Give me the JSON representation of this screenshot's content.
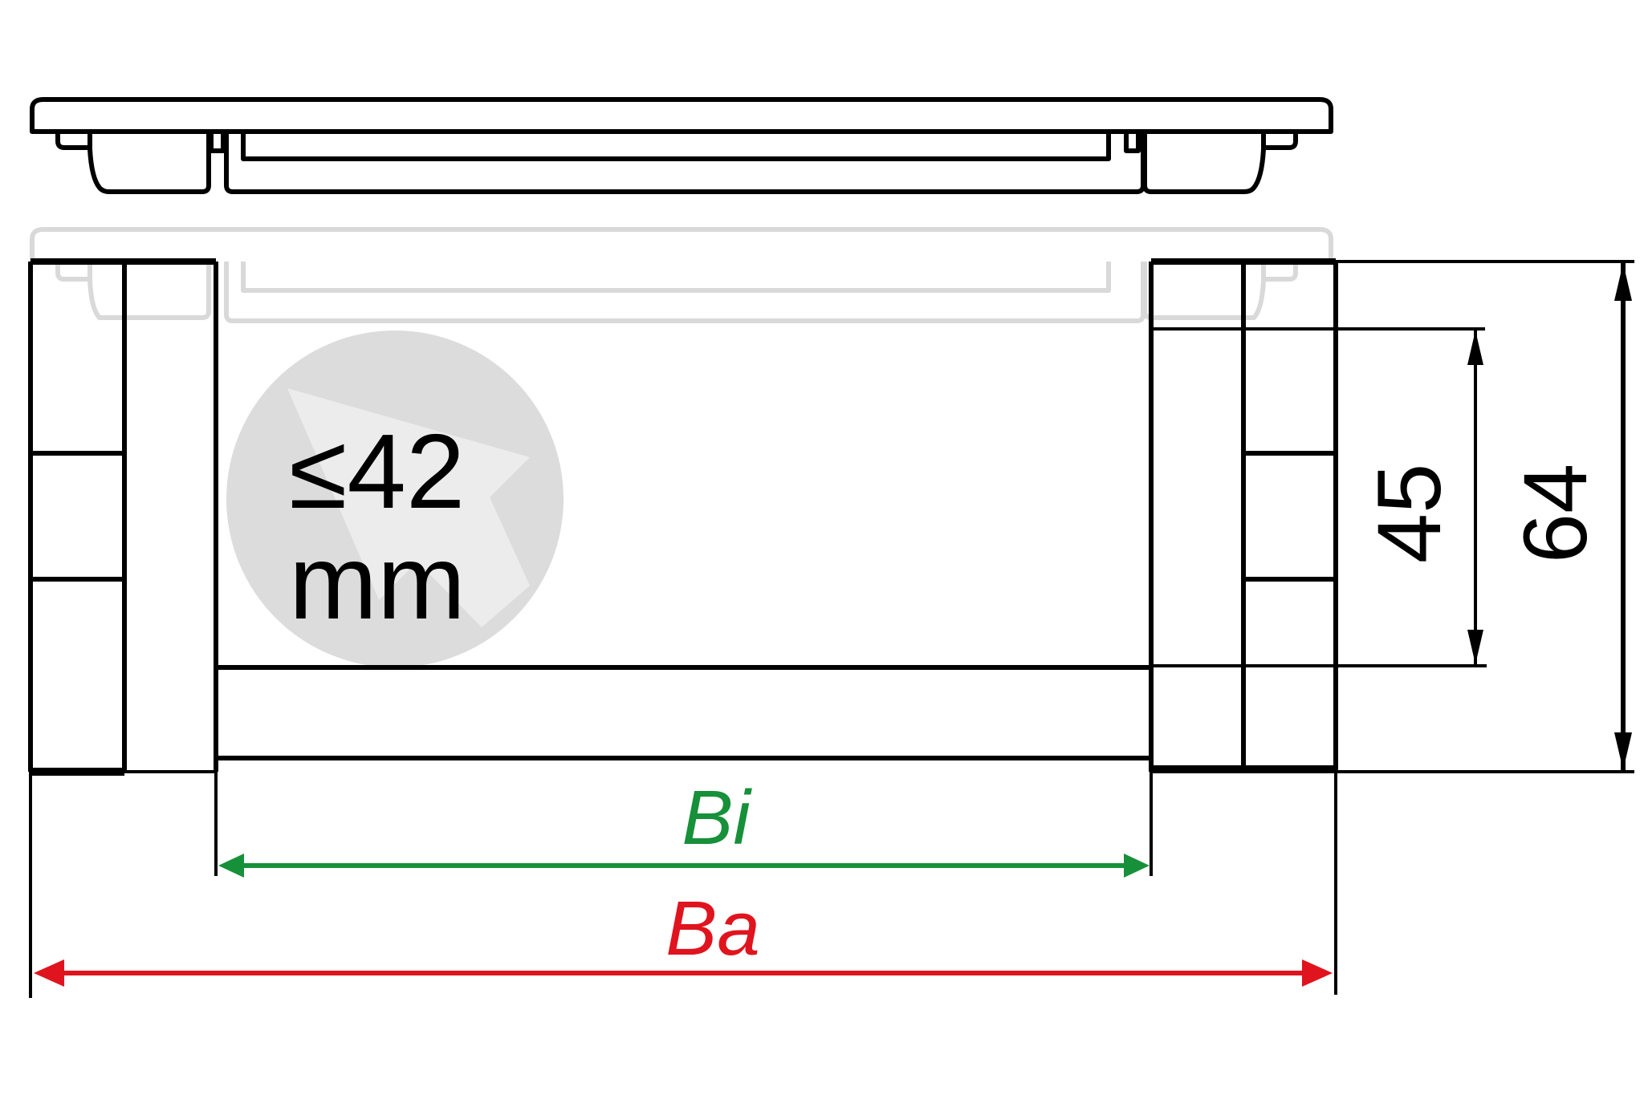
{
  "diagram": {
    "subject": "cable carrier cross-section with lid",
    "views": [
      "lid (top view)",
      "frame cross-section"
    ],
    "colors": {
      "line": "#000000",
      "ghost": "#d9d9d9",
      "circle": "#dcdcdc",
      "circle_arrow": "#ececec",
      "bi": "#17903a",
      "ba": "#e0141e"
    },
    "callout": {
      "line1": "≤42",
      "line2": "mm",
      "meaning": "maximum cable diameter"
    },
    "dimensions": {
      "inner_height": "45",
      "outer_height": "64",
      "inner_width": "Bi",
      "outer_width": "Ba"
    }
  }
}
